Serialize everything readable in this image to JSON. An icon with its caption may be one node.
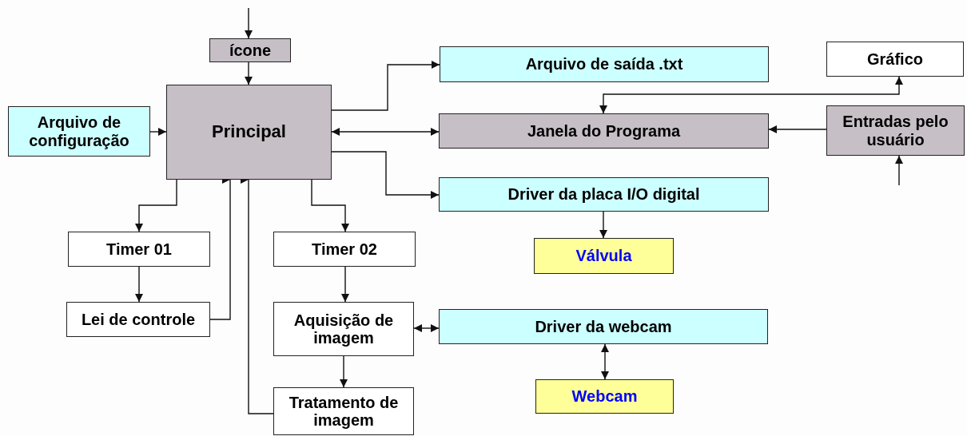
{
  "diagram": {
    "nodes": [
      {
        "text": [
          "ícone"
        ]
      },
      {
        "text": [
          "Arquivo de configuração"
        ]
      },
      {
        "text": [
          "Principal"
        ]
      },
      {
        "text": [
          "Arquivo de saída .txt"
        ]
      },
      {
        "text": [
          "Gráfico"
        ]
      },
      {
        "text": [
          "Janela do Programa"
        ]
      },
      {
        "text": [
          "Entradas pelo usuário"
        ]
      },
      {
        "text": [
          "Driver da placa I/O digital"
        ]
      },
      {
        "text": [
          "Timer 01"
        ]
      },
      {
        "text": [
          "Timer 02"
        ]
      },
      {
        "text": [
          "Válvula"
        ]
      },
      {
        "text": [
          "Lei de controle"
        ]
      },
      {
        "text": [
          "Aquisição de imagem"
        ]
      },
      {
        "text": [
          "Driver da webcam"
        ]
      },
      {
        "text": [
          "Tratamento de imagem"
        ]
      },
      {
        "text": [
          "Webcam"
        ]
      }
    ],
    "edges": [
      {
        "from": null,
        "to": 0,
        "arrow": "to"
      },
      {
        "from": 0,
        "to": 2,
        "arrow": "to"
      },
      {
        "from": 1,
        "to": 2,
        "arrow": "to"
      },
      {
        "from": 2,
        "to": 3,
        "arrow": "to"
      },
      {
        "from": 2,
        "to": 5,
        "arrow": "both"
      },
      {
        "from": 2,
        "to": 7,
        "arrow": "to"
      },
      {
        "from": 5,
        "to": 4,
        "arrow": "both"
      },
      {
        "from": 6,
        "to": 5,
        "arrow": "to"
      },
      {
        "from": null,
        "to": 6,
        "arrow": "to"
      },
      {
        "from": 2,
        "to": 8,
        "arrow": "to"
      },
      {
        "from": 8,
        "to": 11,
        "arrow": "to"
      },
      {
        "from": 11,
        "to": 2,
        "arrow": "to"
      },
      {
        "from": 14,
        "to": 2,
        "arrow": "to"
      },
      {
        "from": 2,
        "to": 9,
        "arrow": "to"
      },
      {
        "from": 9,
        "to": 12,
        "arrow": "to"
      },
      {
        "from": 12,
        "to": 13,
        "arrow": "both"
      },
      {
        "from": 12,
        "to": 14,
        "arrow": "to"
      },
      {
        "from": 7,
        "to": 10,
        "arrow": "to"
      },
      {
        "from": 13,
        "to": 15,
        "arrow": "both"
      }
    ]
  }
}
